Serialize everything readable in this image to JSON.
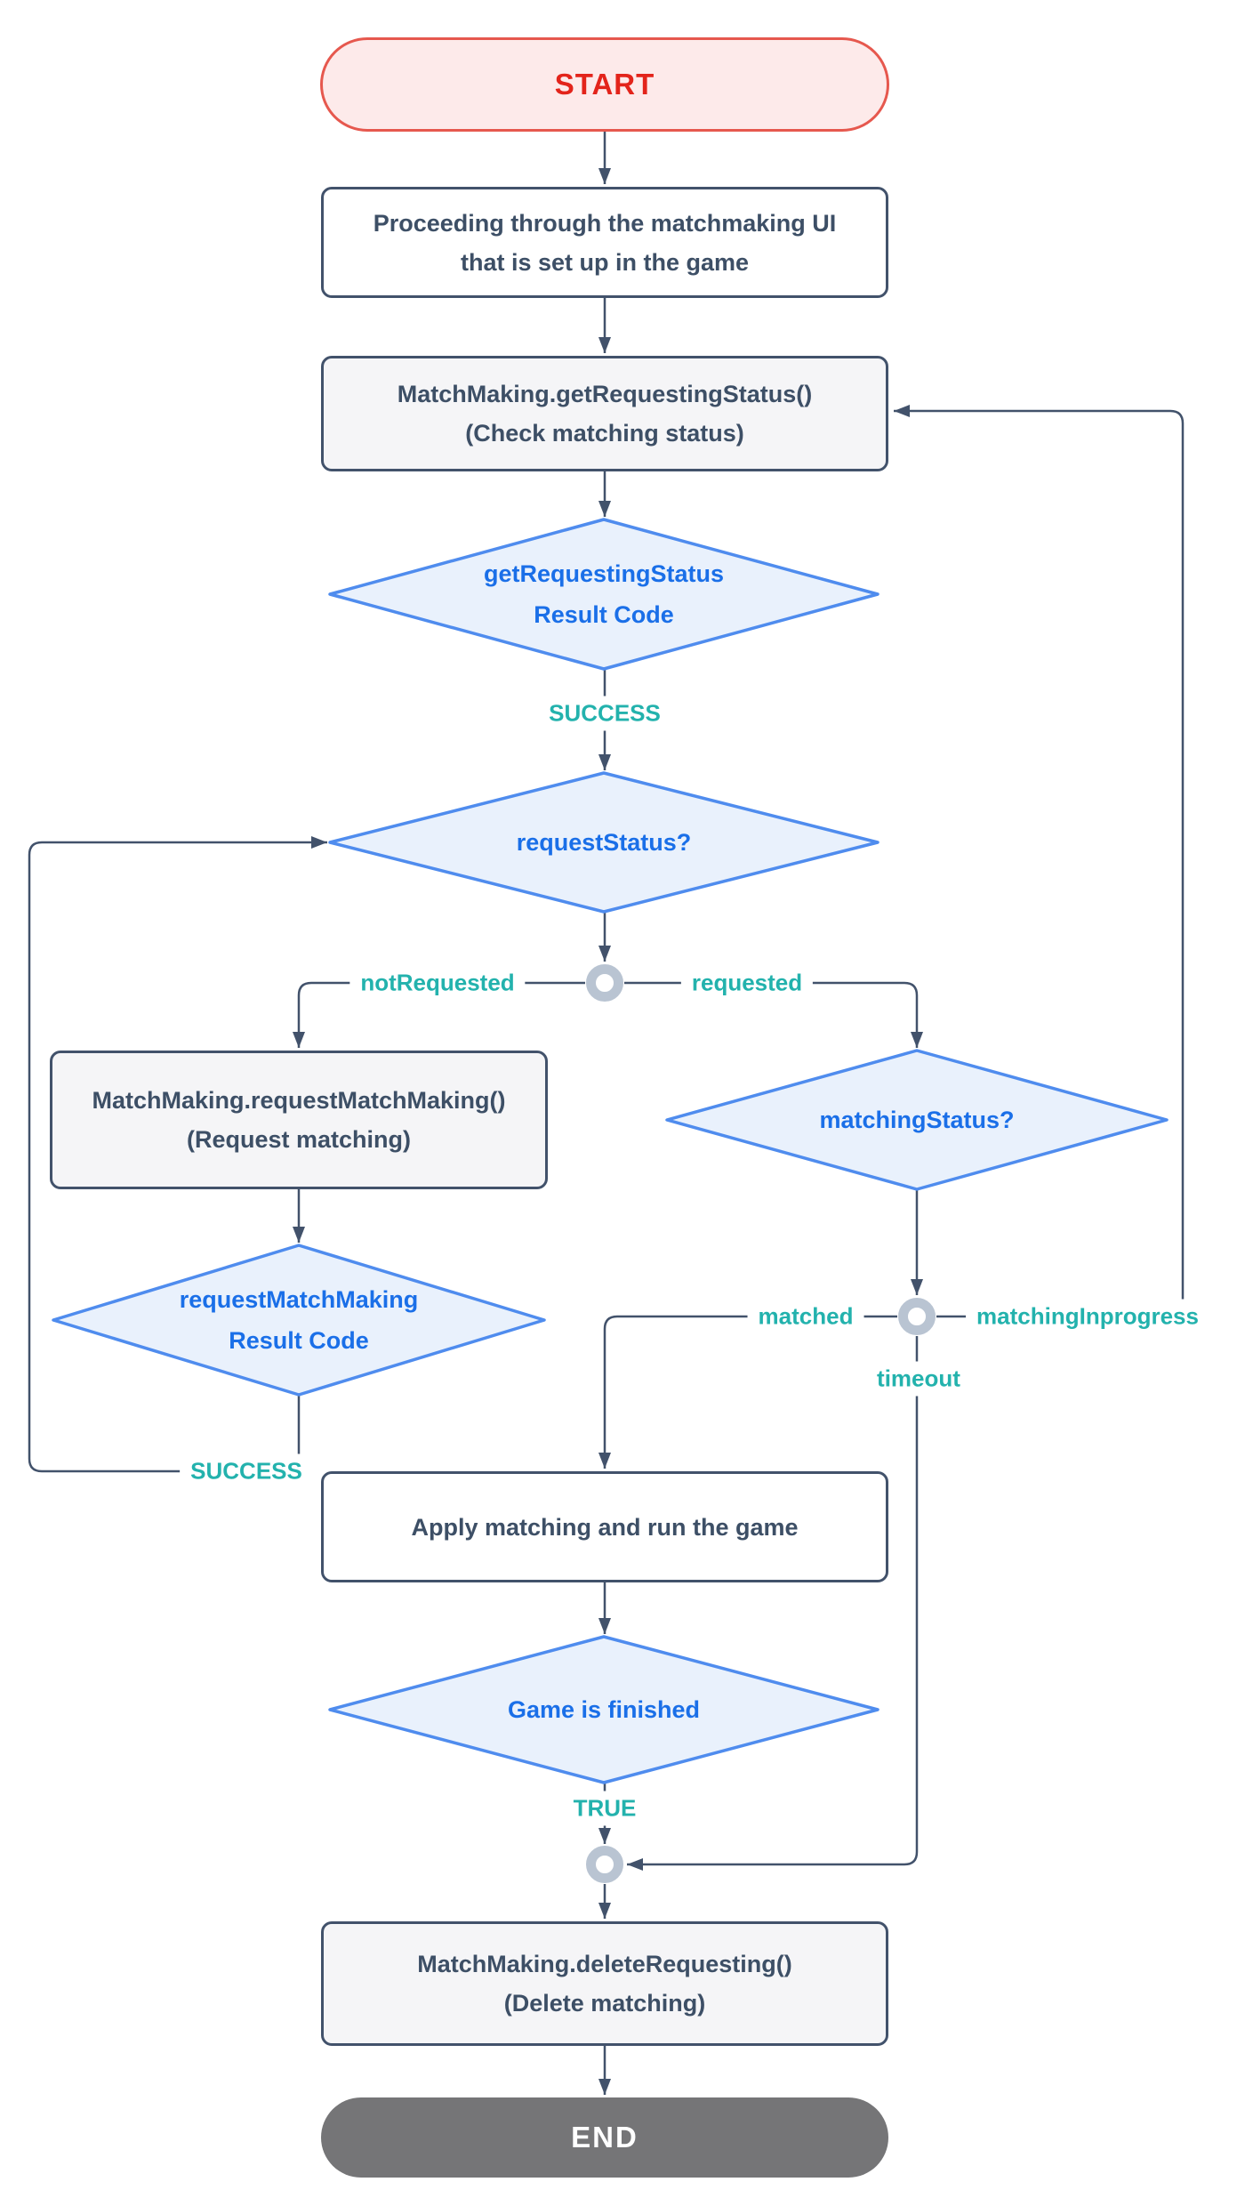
{
  "diagram": {
    "type": "flowchart",
    "topic": "matchmaking flow"
  },
  "nodes": {
    "start": {
      "label": "START"
    },
    "proceed_ui": {
      "line1": "Proceeding through the matchmaking UI",
      "line2": "that is set up in the game"
    },
    "get_requesting_status": {
      "line1": "MatchMaking.getRequestingStatus()",
      "line2": "(Check matching status)"
    },
    "get_requesting_status_result": {
      "line1": "getRequestingStatus",
      "line2": "Result Code"
    },
    "request_status": {
      "label": "requestStatus?"
    },
    "request_matchmaking": {
      "line1": "MatchMaking.requestMatchMaking()",
      "line2": "(Request matching)"
    },
    "request_matchmaking_result": {
      "line1": "requestMatchMaking",
      "line2": "Result Code"
    },
    "matching_status": {
      "label": "matchingStatus?"
    },
    "apply_matching": {
      "label": "Apply matching and run the game"
    },
    "game_finished": {
      "label": "Game is finished"
    },
    "delete_requesting": {
      "line1": "MatchMaking.deleteRequesting()",
      "line2": "(Delete matching)"
    },
    "end": {
      "label": "END"
    }
  },
  "edge_labels": {
    "success_after_get_status": "SUCCESS",
    "not_requested": "notRequested",
    "requested": "requested",
    "success_after_request": "SUCCESS",
    "matched": "matched",
    "matching_inprogress": "matchingInprogress",
    "timeout": "timeout",
    "game_finished_true": "TRUE"
  },
  "colors": {
    "start_fill": "#fdeaea",
    "start_border": "#e6584e",
    "start_text": "#e3241b",
    "end_fill": "#757577",
    "end_text": "#ffffff",
    "process_fill": "#f5f5f7",
    "plain_box_fill": "#ffffff",
    "node_border": "#42526b",
    "node_text": "#3d4f66",
    "decision_fill": "#e9f1fc",
    "decision_border": "#4f8cee",
    "decision_text": "#1a6fe8",
    "edge_line": "#42526b",
    "edge_label_text": "#23b2ad",
    "connector_ring": "#b9c4d2"
  }
}
